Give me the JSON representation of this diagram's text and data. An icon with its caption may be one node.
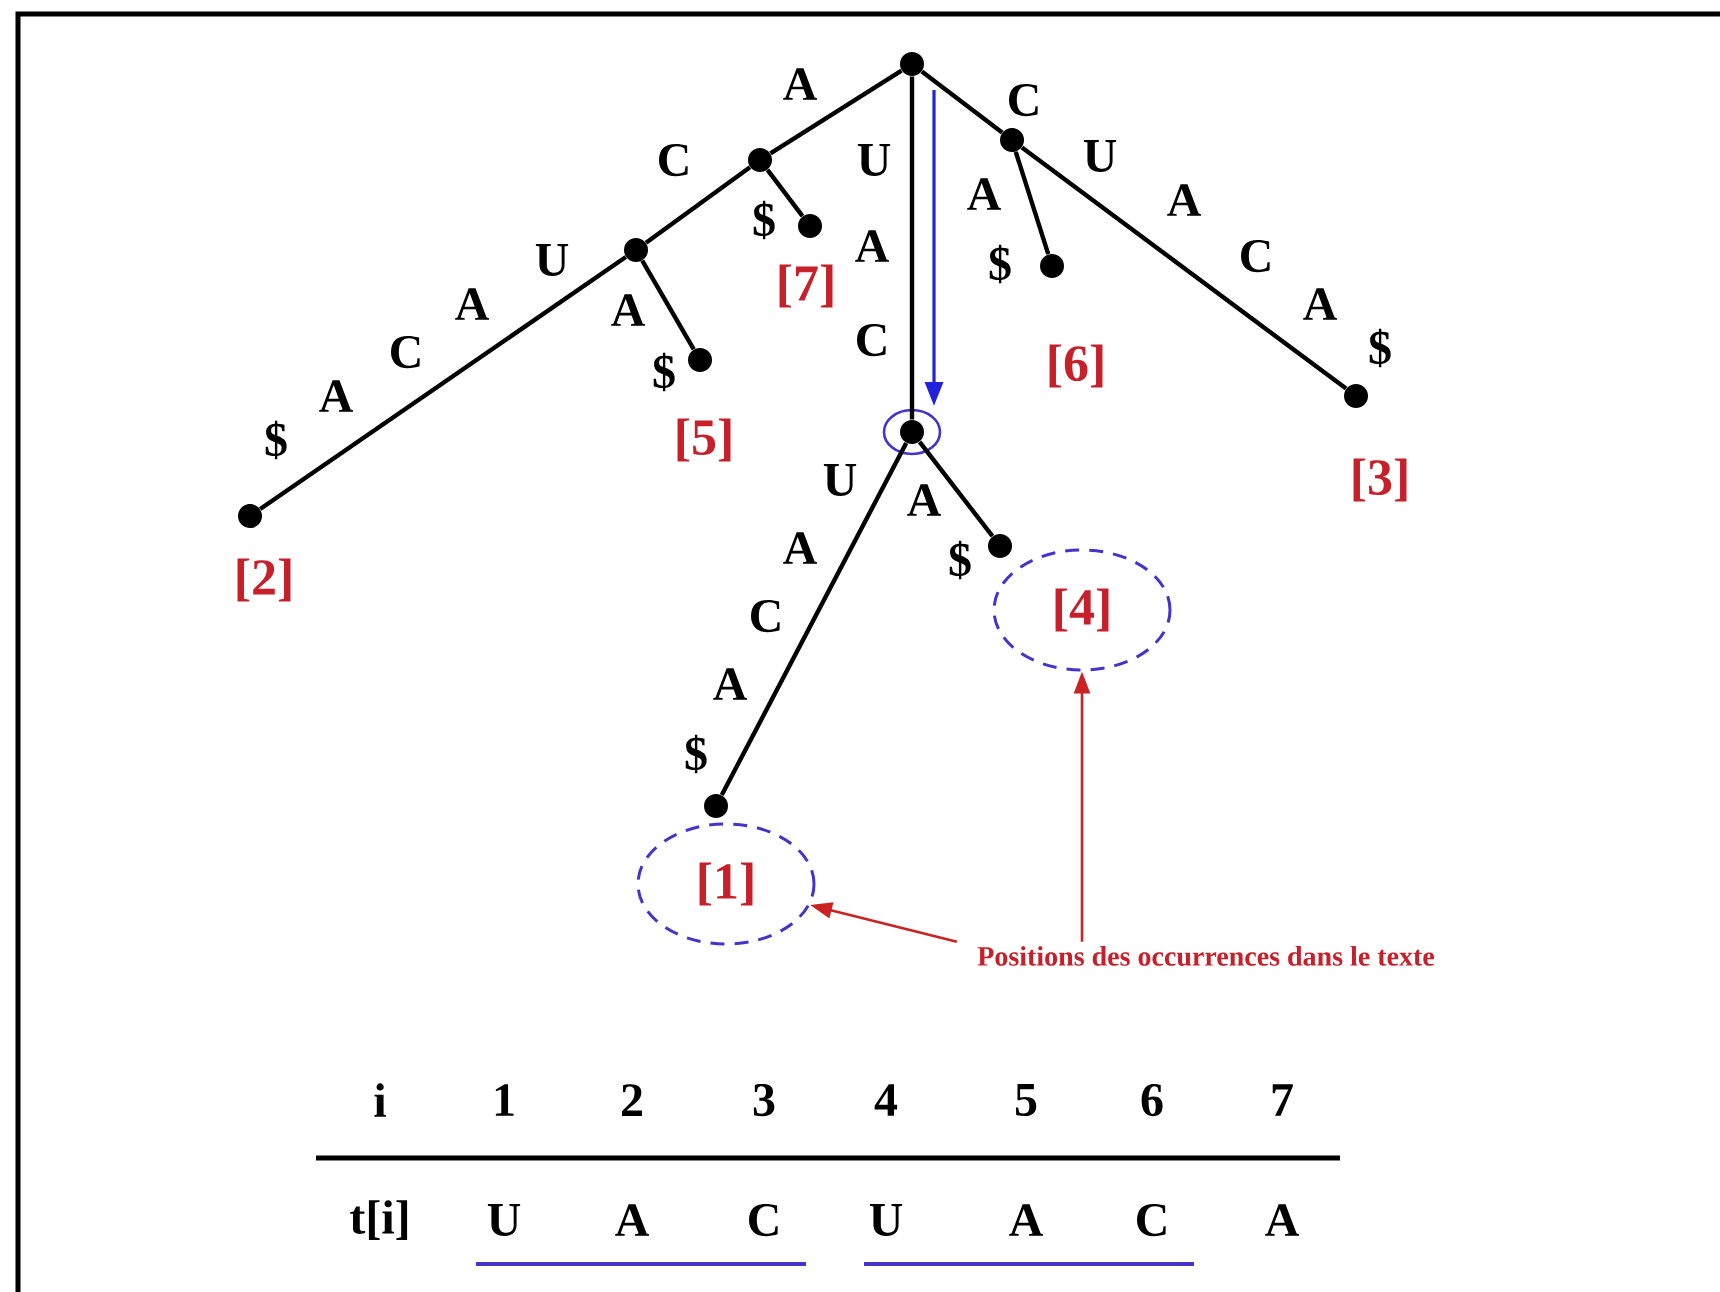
{
  "diagram": {
    "nodes": [
      {
        "text": [],
        "shape": "circle"
      },
      {
        "text": [],
        "shape": "circle"
      },
      {
        "text": [],
        "shape": "circle"
      },
      {
        "text": [],
        "shape": "circle",
        "beside": [
          "[7]"
        ]
      },
      {
        "text": [],
        "shape": "circle"
      },
      {
        "text": [],
        "shape": "circle",
        "beside": [
          "[6]"
        ]
      },
      {
        "text": [],
        "shape": "circle",
        "beside": [
          "[5]"
        ]
      },
      {
        "text": [],
        "shape": "circle",
        "beside": [
          "[3]"
        ]
      },
      {
        "text": [],
        "shape": "circle"
      },
      {
        "text": [],
        "shape": "circle",
        "beside": [
          "[2]"
        ]
      },
      {
        "text": [],
        "shape": "circle"
      },
      {
        "text": [
          "[4]"
        ]
      },
      {
        "text": [],
        "shape": "circle"
      },
      {
        "text": [
          "[1]"
        ]
      },
      {
        "text": [
          "Positions des occurrences dans le texte"
        ]
      }
    ],
    "edges": [
      {
        "from": 0,
        "to": 1,
        "arrow": "none"
      },
      {
        "from": 0,
        "to": 8,
        "arrow": "none"
      },
      {
        "from": 0,
        "to": 2,
        "arrow": "none"
      },
      {
        "from": 1,
        "to": 4,
        "arrow": "none"
      },
      {
        "from": 1,
        "to": 3,
        "arrow": "none"
      },
      {
        "from": 4,
        "to": 9,
        "arrow": "none"
      },
      {
        "from": 4,
        "to": 6,
        "arrow": "none"
      },
      {
        "from": 2,
        "to": 5,
        "arrow": "none"
      },
      {
        "from": 2,
        "to": 7,
        "arrow": "none"
      },
      {
        "from": 8,
        "to": 12,
        "arrow": "none"
      },
      {
        "from": 8,
        "to": 10,
        "arrow": "none"
      },
      {
        "from": 14,
        "to": 13,
        "arrow": "to",
        "color": "#cc2222"
      },
      {
        "from": 14,
        "to": 11,
        "arrow": "to",
        "color": "#cc2222"
      }
    ],
    "labels": [
      "A",
      "C",
      "$",
      "U",
      "A",
      "C",
      "A",
      "$",
      "A",
      "$",
      "U",
      "A",
      "C",
      "U",
      "A",
      "C",
      "A",
      "$",
      "A",
      "$",
      "C",
      "A",
      "$",
      "U",
      "A",
      "C",
      "A",
      "$",
      "i",
      "1",
      "2",
      "3",
      "4",
      "5",
      "6",
      "7",
      "t[i]",
      "U",
      "A",
      "C",
      "U",
      "A",
      "C",
      "A"
    ]
  }
}
